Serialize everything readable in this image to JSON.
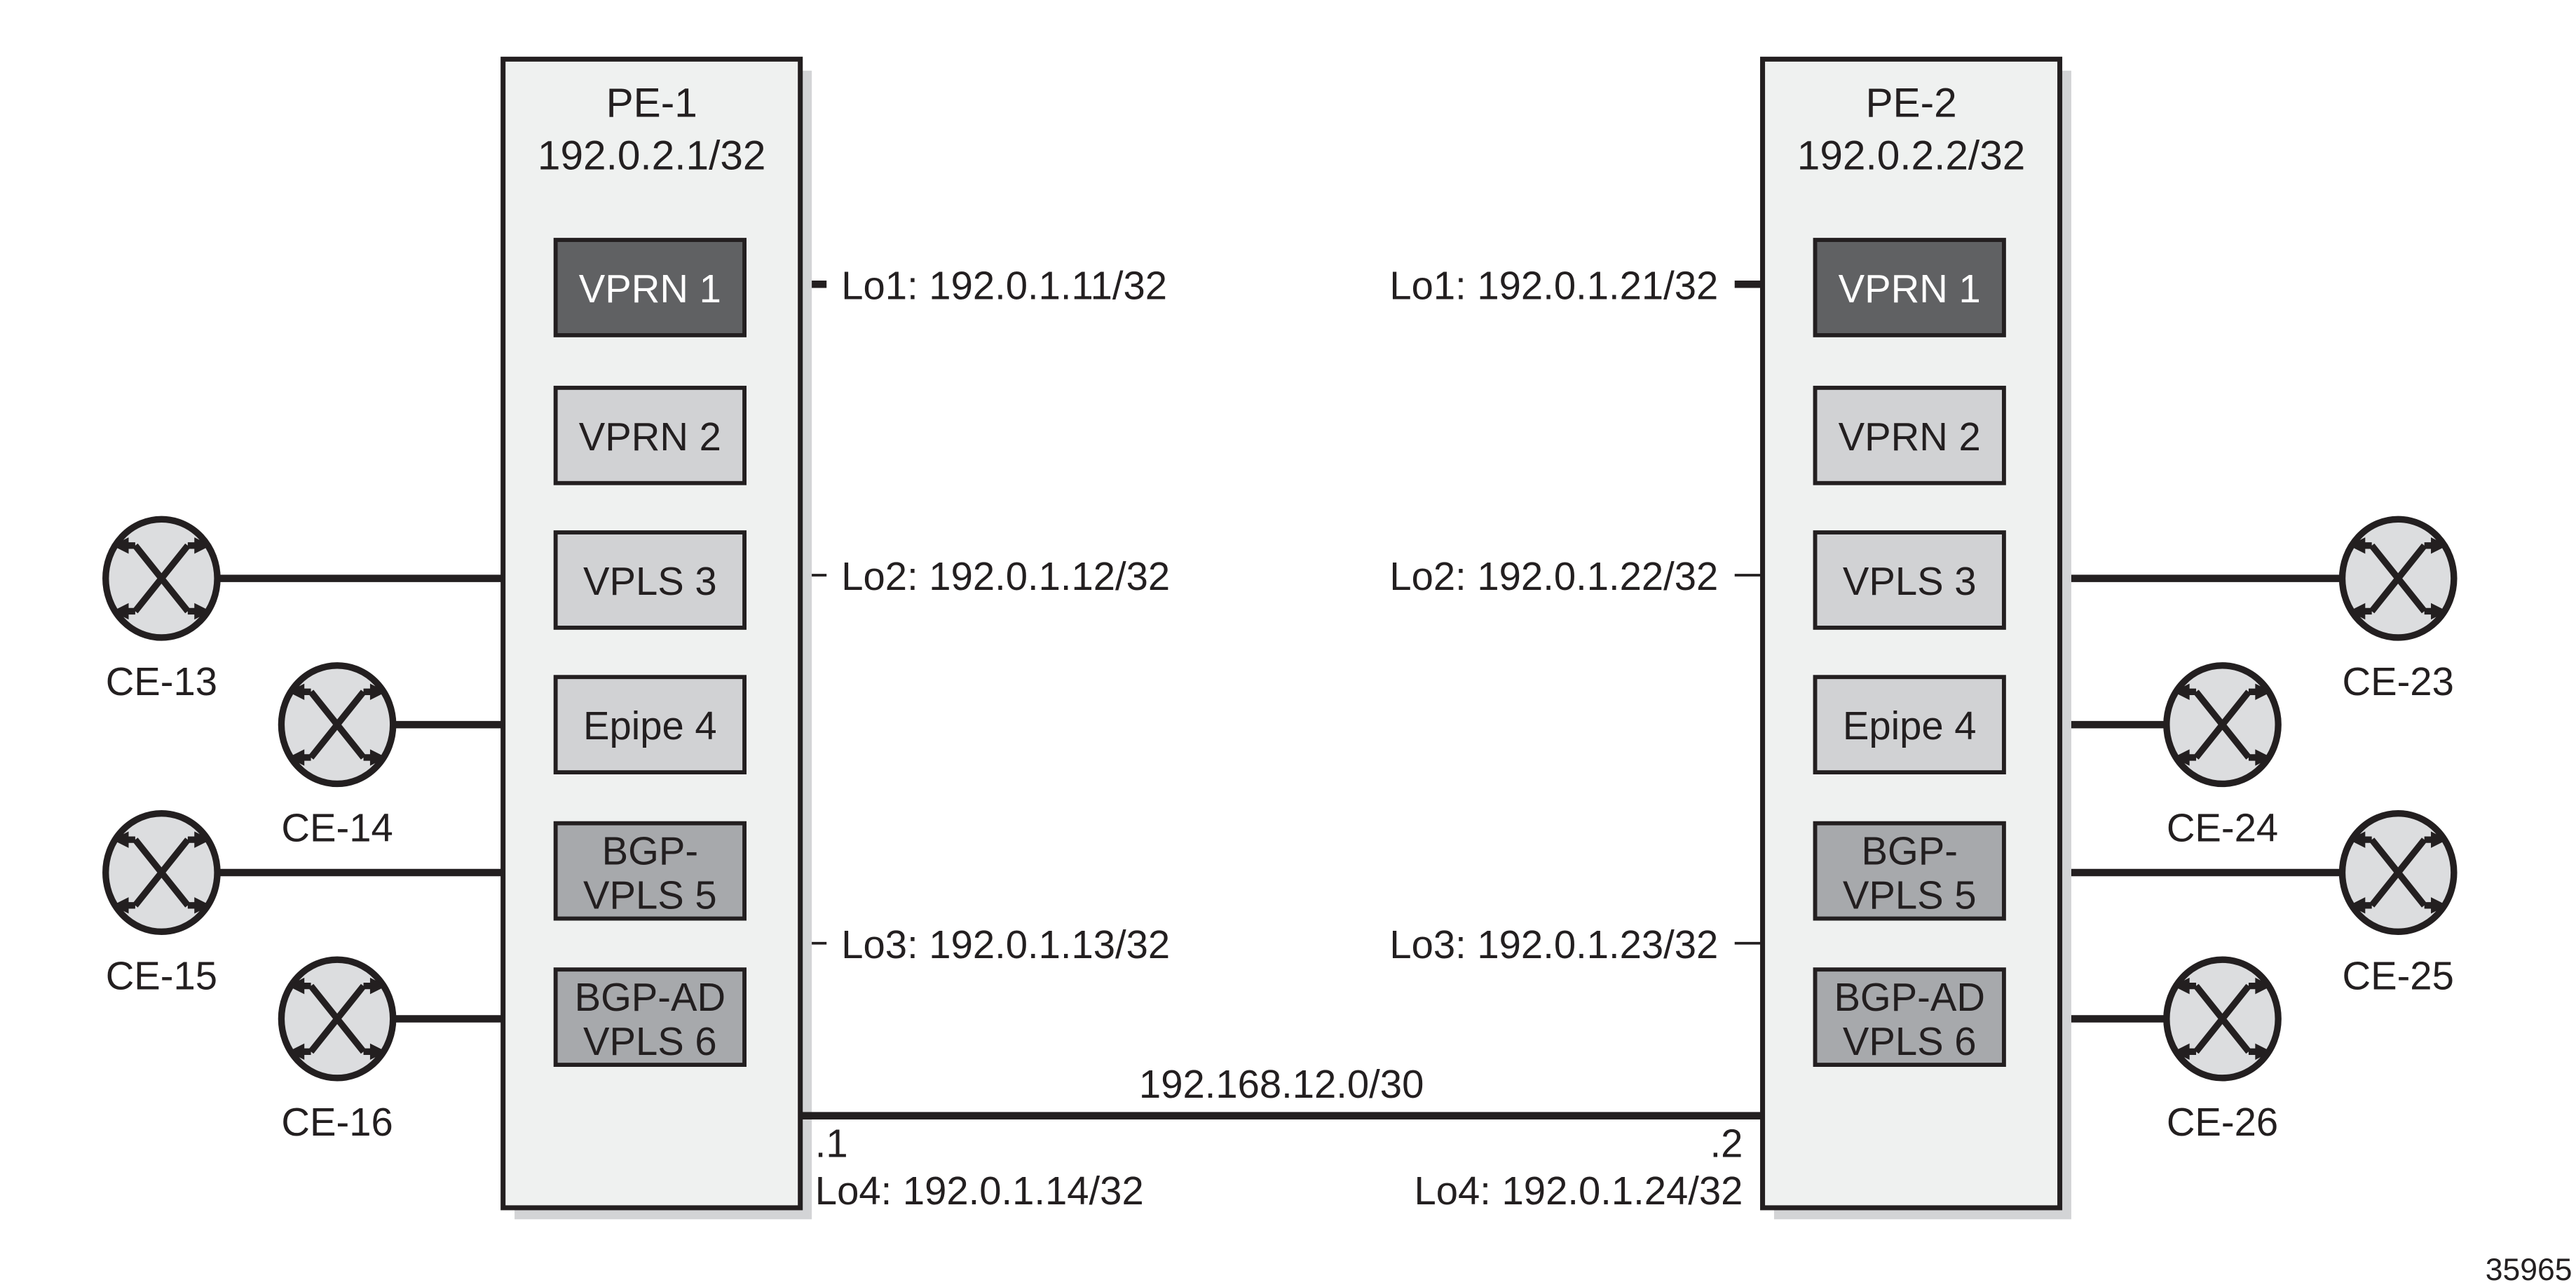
{
  "figure_id": "35965",
  "colors": {
    "pe_fill": "#eff1f0",
    "svc_dark": "#606163",
    "svc_light": "#d1d2d4",
    "svc_mid": "#a7a9ac",
    "ce_fill": "#dcdddf",
    "ink": "#231f20"
  },
  "nodes": {
    "pe1": {
      "name": "PE-1",
      "address": "192.0.2.1/32",
      "services": [
        {
          "label": [
            "VPRN 1"
          ],
          "style": "dark"
        },
        {
          "label": [
            "VPRN 2"
          ],
          "style": "light"
        },
        {
          "label": [
            "VPLS 3"
          ],
          "style": "light"
        },
        {
          "label": [
            "Epipe 4"
          ],
          "style": "light"
        },
        {
          "label": [
            "BGP-",
            "VPLS 5"
          ],
          "style": "mid"
        },
        {
          "label": [
            "BGP-AD",
            "VPLS 6"
          ],
          "style": "mid"
        }
      ]
    },
    "pe2": {
      "name": "PE-2",
      "address": "192.0.2.2/32",
      "services": [
        {
          "label": [
            "VPRN 1"
          ],
          "style": "dark"
        },
        {
          "label": [
            "VPRN 2"
          ],
          "style": "light"
        },
        {
          "label": [
            "VPLS 3"
          ],
          "style": "light"
        },
        {
          "label": [
            "Epipe 4"
          ],
          "style": "light"
        },
        {
          "label": [
            "BGP-",
            "VPLS 5"
          ],
          "style": "mid"
        },
        {
          "label": [
            "BGP-AD",
            "VPLS 6"
          ],
          "style": "mid"
        }
      ]
    }
  },
  "loopbacks": {
    "pe1": [
      "Lo1: 192.0.1.11/32",
      "Lo2: 192.0.1.12/32",
      "Lo3: 192.0.1.13/32",
      "Lo4: 192.0.1.14/32"
    ],
    "pe2": [
      "Lo1: 192.0.1.21/32",
      "Lo2: 192.0.1.22/32",
      "Lo3: 192.0.1.23/32",
      "Lo4: 192.0.1.24/32"
    ]
  },
  "link": {
    "subnet": "192.168.12.0/30",
    "pe1_host": ".1",
    "pe2_host": ".2"
  },
  "ce_routers": {
    "pe1": [
      {
        "name": "CE-13",
        "service": "VPLS 3"
      },
      {
        "name": "CE-14",
        "service": "Epipe 4"
      },
      {
        "name": "CE-15",
        "service": "BGP-VPLS 5"
      },
      {
        "name": "CE-16",
        "service": "BGP-AD VPLS 6"
      }
    ],
    "pe2": [
      {
        "name": "CE-23",
        "service": "VPLS 3"
      },
      {
        "name": "CE-24",
        "service": "Epipe 4"
      },
      {
        "name": "CE-25",
        "service": "BGP-VPLS 5"
      },
      {
        "name": "CE-26",
        "service": "BGP-AD VPLS 6"
      }
    ]
  }
}
